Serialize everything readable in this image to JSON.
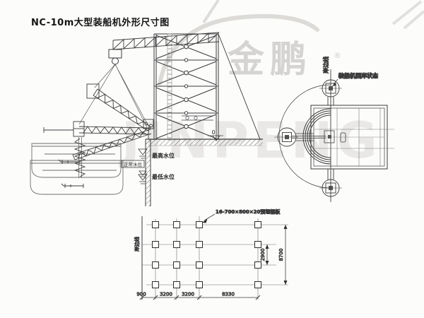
{
  "title": "NC-10m大型装船机外形尺寸图",
  "watermark": {
    "logo_cn": "金鹏",
    "logo_en": "JINPENG",
    "registered": "®"
  },
  "side_view": {
    "water_levels": {
      "max": "最高水位",
      "normal": "正常水位",
      "min": "最低水位"
    },
    "zero_level": "0"
  },
  "plan_view": {
    "shore_line": "岸边线",
    "caption": "装船机回岸状态"
  },
  "foundation_plan": {
    "shore_line": "岸边线",
    "plate_note": "16-700×800×20预埋钢板",
    "dims_bottom": [
      "900",
      "3200",
      "3200",
      "8330"
    ],
    "dim_bay": "2900",
    "dim_total": "8700"
  },
  "colors": {
    "line": "#3c3c3c",
    "watermark": "#d9d8d5",
    "background": "#fcfcfb"
  }
}
